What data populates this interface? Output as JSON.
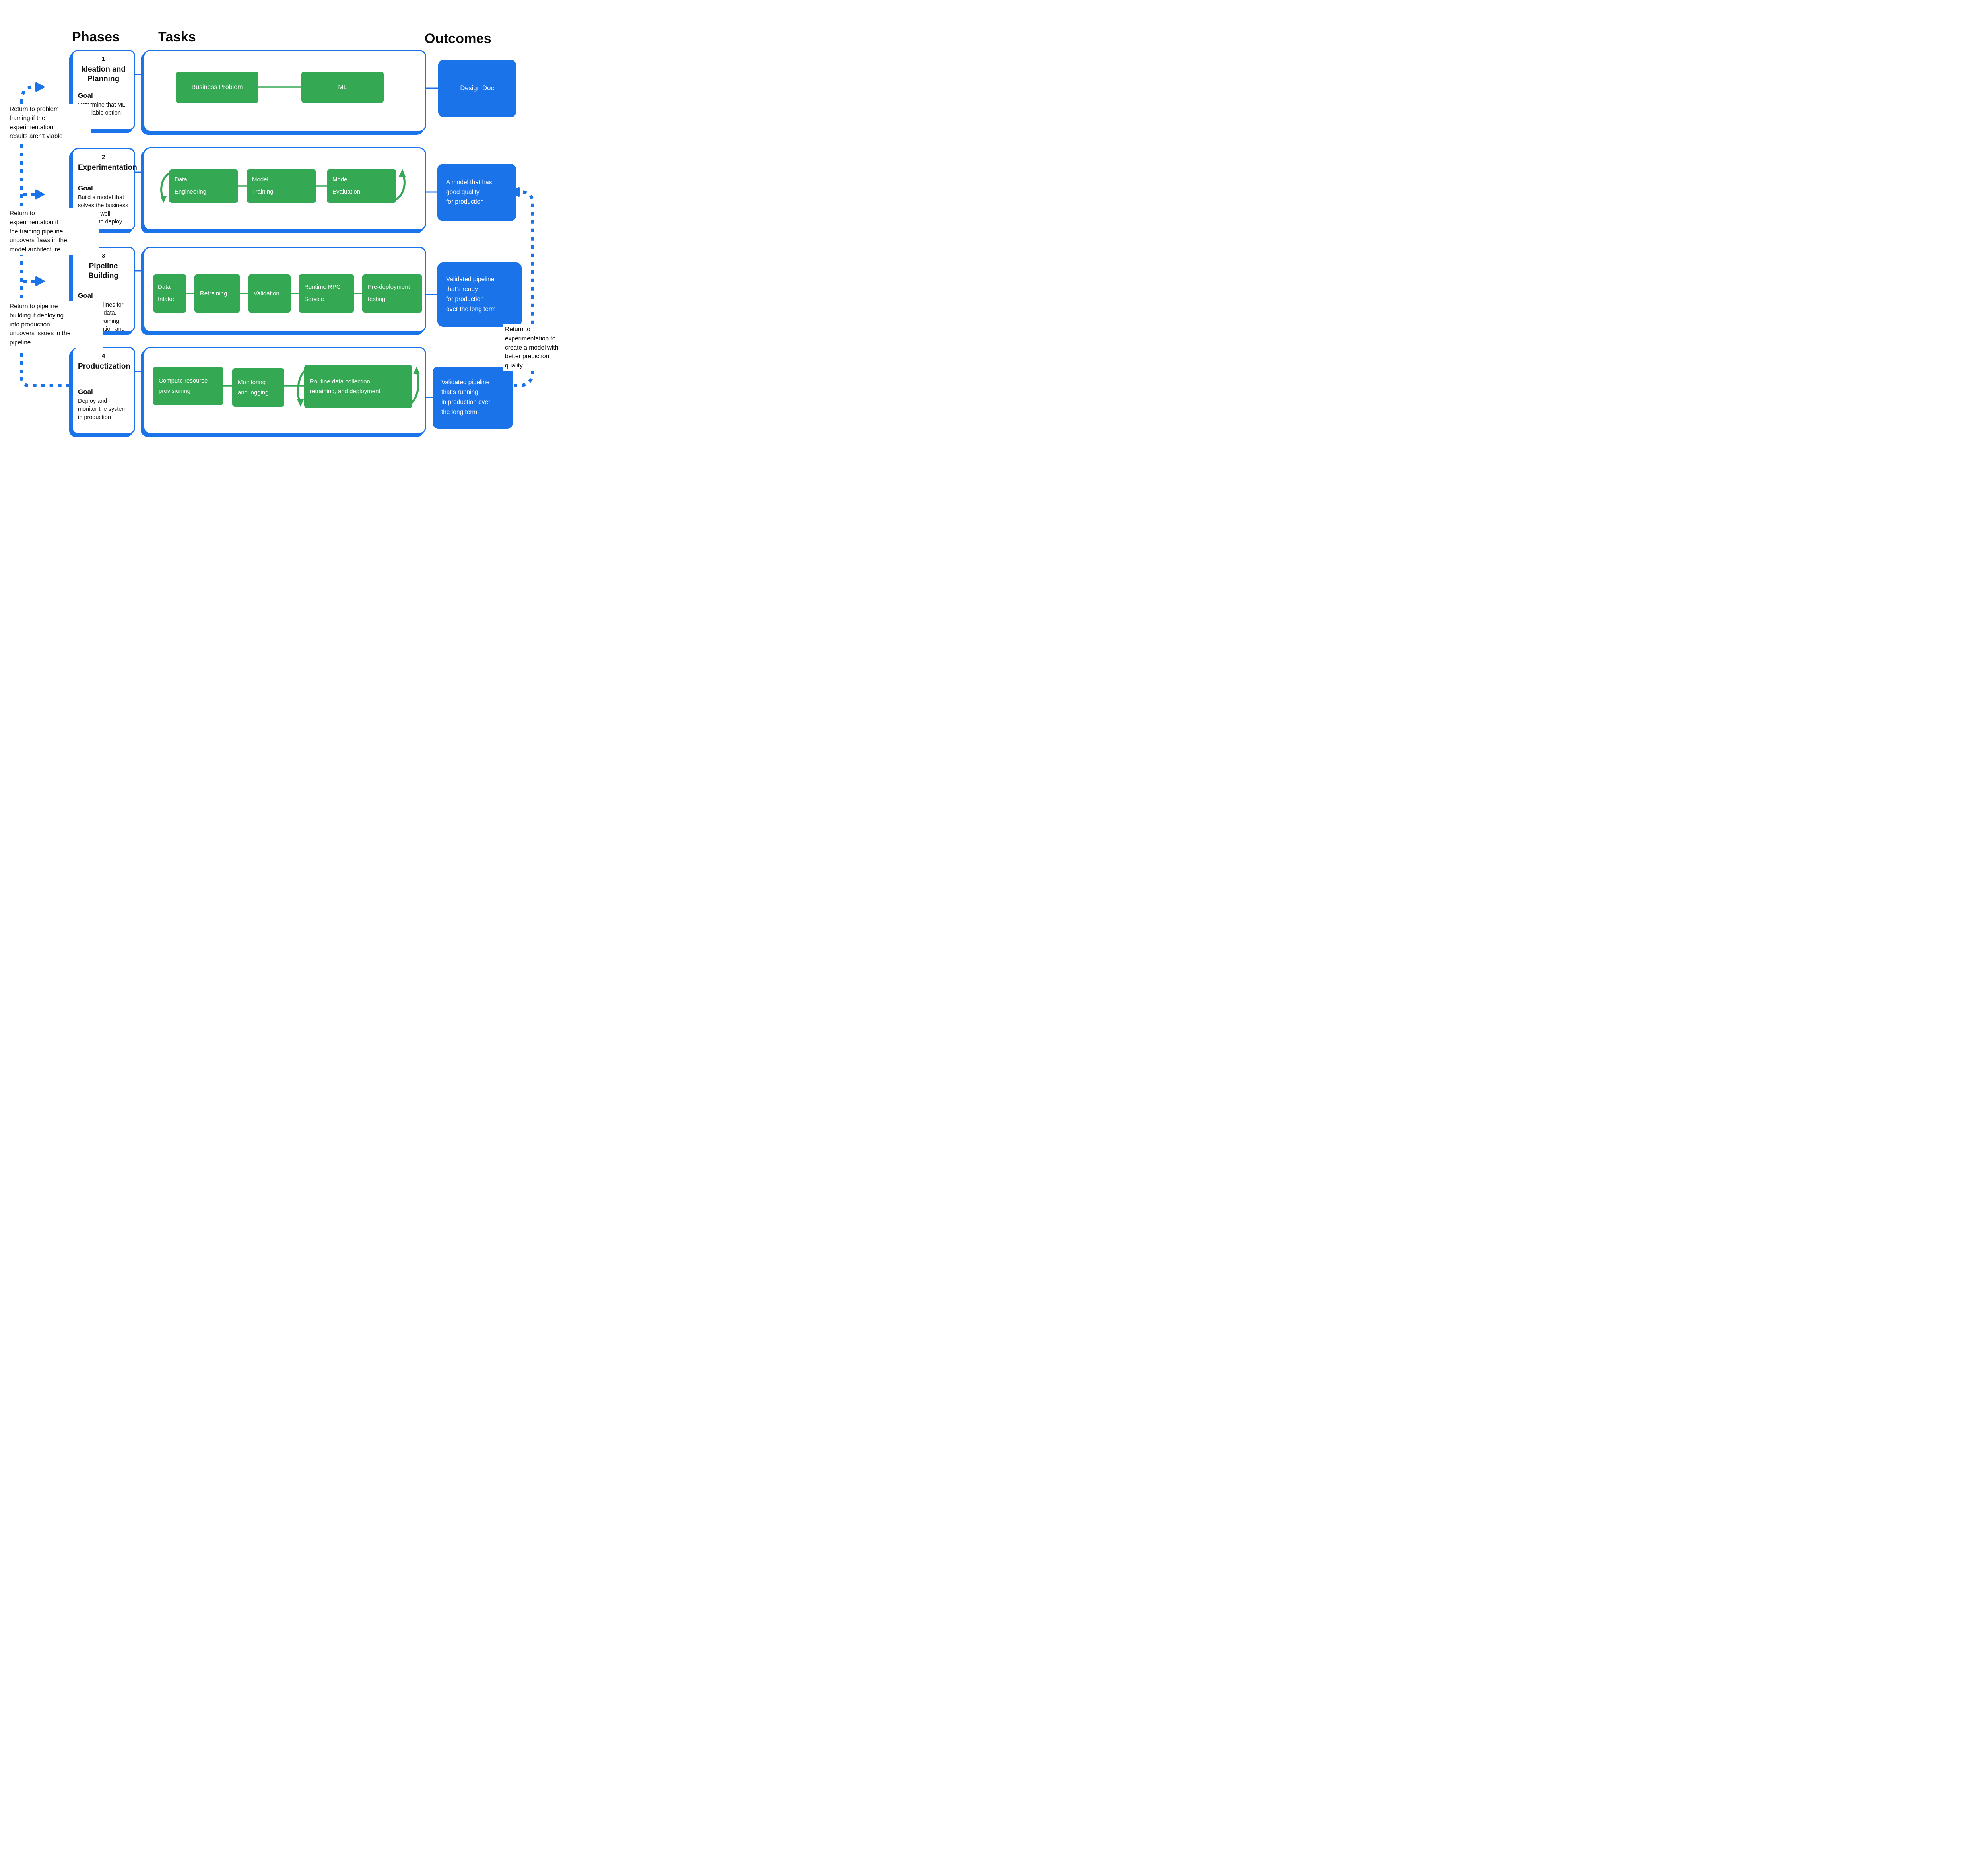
{
  "headers": {
    "phases": "Phases",
    "tasks": "Tasks",
    "outcomes": "Outcomes"
  },
  "colors": {
    "blue": "#1a73e8",
    "green": "#34a853",
    "background": "#ffffff"
  },
  "phases": [
    {
      "number": "1",
      "title": "Ideation and\nPlanning",
      "goal_label": "Goal",
      "goal": "Determine that ML\nis a viable option"
    },
    {
      "number": "2",
      "title": "Experimentation",
      "goal_label": "Goal",
      "goal": "Build a model that\nsolves the business\nproblem well\nenough to deploy"
    },
    {
      "number": "3",
      "title": "Pipeline Building",
      "goal_label": "Goal",
      "goal": "Build pipelines for\ncollecting data,\nmodel retraining\nand validation and\nserving"
    },
    {
      "number": "4",
      "title": "Productization",
      "goal_label": "Goal",
      "goal": "Deploy and\nmonitor the system\nin production"
    }
  ],
  "tasks": {
    "row1": [
      "Business Problem",
      "ML"
    ],
    "row2": [
      "Data\nEngineering",
      "Model\nTraining",
      "Model\nEvaluation"
    ],
    "row3": [
      "Data\nIntake",
      "Retraining",
      "Validation",
      "Runtime RPC\nService",
      "Pre-deployment\ntesting"
    ],
    "row4": [
      "Compute  resource\nprovisioning",
      "Monitoring\nand logging",
      "Routine data collection,\nretraining, and deployment"
    ]
  },
  "outcomes": [
    "Design Doc",
    "A model that has\ngood quality\nfor production",
    "Validated pipeline\nthat’s ready\nfor production\nover the long term",
    "Validated pipeline\nthat’s running\nin production over\nthe long term"
  ],
  "annotations": {
    "left": [
      "Return to problem\nframing if the\nexperimentation\nresults aren’t viable",
      "Return to\nexperimentation if\nthe training pipeline\nuncovers flaws in the\nmodel architecture",
      "Return to pipeline\nbuilding if deploying\ninto production\nuncovers issues in the\npipeline"
    ],
    "right": "Return to\nexperimentation to\ncreate a model with\nbetter prediction\nquality"
  }
}
